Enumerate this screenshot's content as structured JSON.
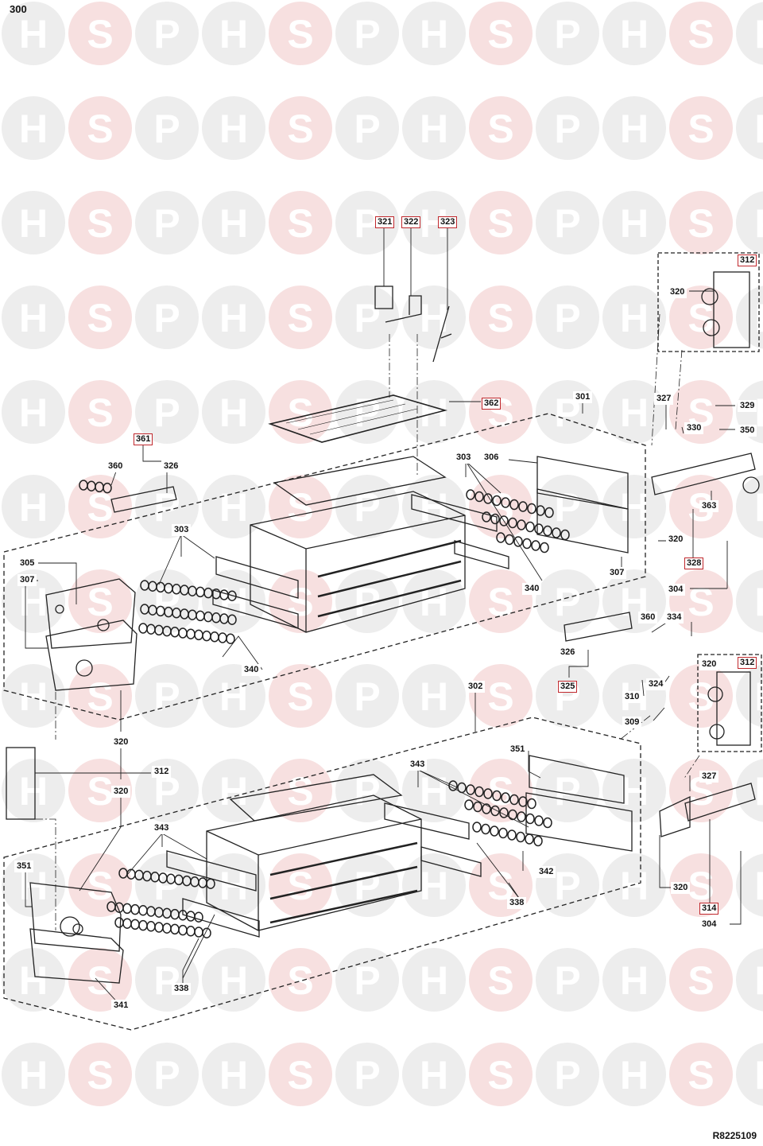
{
  "page": {
    "title": "300",
    "reference": "R8225109"
  },
  "watermark": {
    "letters": [
      "H",
      "S",
      "P"
    ],
    "circle_color": "#ededed",
    "highlight_color": "#f7e0e0",
    "letter_color": "#ffffff"
  },
  "colors": {
    "callout_border": "#c0282d",
    "line": "#222222"
  },
  "callouts": [
    {
      "id": "321",
      "boxed": true
    },
    {
      "id": "322",
      "boxed": true
    },
    {
      "id": "323",
      "boxed": true
    },
    {
      "id": "312",
      "boxed": true
    },
    {
      "id": "320",
      "boxed": false
    },
    {
      "id": "362",
      "boxed": true
    },
    {
      "id": "301",
      "boxed": false
    },
    {
      "id": "327",
      "boxed": false
    },
    {
      "id": "329",
      "boxed": false
    },
    {
      "id": "330",
      "boxed": false
    },
    {
      "id": "350",
      "boxed": false
    },
    {
      "id": "361",
      "boxed": true
    },
    {
      "id": "360",
      "boxed": false
    },
    {
      "id": "326",
      "boxed": false
    },
    {
      "id": "303",
      "boxed": false
    },
    {
      "id": "306",
      "boxed": false
    },
    {
      "id": "363",
      "boxed": false
    },
    {
      "id": "320",
      "boxed": false
    },
    {
      "id": "328",
      "boxed": true
    },
    {
      "id": "303",
      "boxed": false
    },
    {
      "id": "305",
      "boxed": false
    },
    {
      "id": "307",
      "boxed": false
    },
    {
      "id": "340",
      "boxed": false
    },
    {
      "id": "307",
      "boxed": false
    },
    {
      "id": "304",
      "boxed": false
    },
    {
      "id": "340",
      "boxed": false
    },
    {
      "id": "360",
      "boxed": false
    },
    {
      "id": "334",
      "boxed": false
    },
    {
      "id": "326",
      "boxed": false
    },
    {
      "id": "320",
      "boxed": false
    },
    {
      "id": "312",
      "boxed": true
    },
    {
      "id": "325",
      "boxed": true
    },
    {
      "id": "324",
      "boxed": false
    },
    {
      "id": "310",
      "boxed": false
    },
    {
      "id": "302",
      "boxed": false
    },
    {
      "id": "309",
      "boxed": false
    },
    {
      "id": "320",
      "boxed": false
    },
    {
      "id": "312",
      "boxed": false
    },
    {
      "id": "320",
      "boxed": false
    },
    {
      "id": "351",
      "boxed": false
    },
    {
      "id": "343",
      "boxed": false
    },
    {
      "id": "327",
      "boxed": false
    },
    {
      "id": "343",
      "boxed": false
    },
    {
      "id": "342",
      "boxed": false
    },
    {
      "id": "351",
      "boxed": false
    },
    {
      "id": "338",
      "boxed": false
    },
    {
      "id": "320",
      "boxed": false
    },
    {
      "id": "314",
      "boxed": true
    },
    {
      "id": "304",
      "boxed": false
    },
    {
      "id": "338",
      "boxed": false
    },
    {
      "id": "341",
      "boxed": false
    }
  ]
}
